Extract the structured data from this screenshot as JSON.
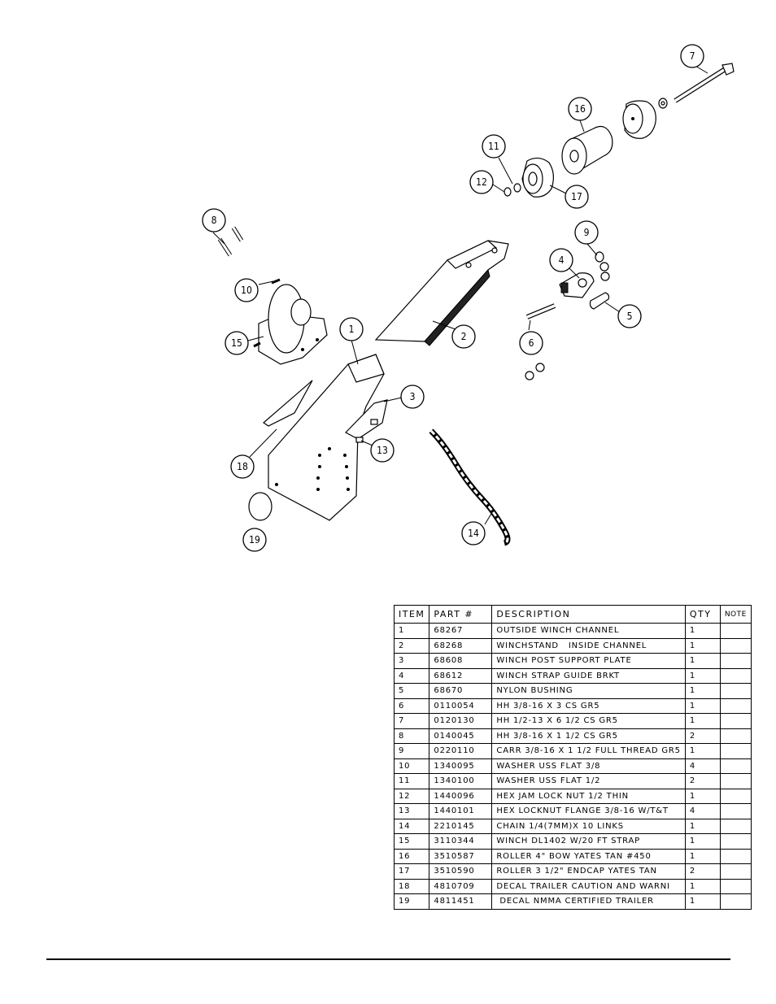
{
  "callouts": [
    "1",
    "2",
    "3",
    "4",
    "5",
    "6",
    "7",
    "8",
    "9",
    "10",
    "11",
    "12",
    "13",
    "14",
    "15",
    "16",
    "17",
    "18",
    "19"
  ],
  "table": {
    "headers": {
      "item": "ITEM",
      "part": "PART #",
      "description": "DESCRIPTION",
      "qty": "QTY",
      "note": "NOTE"
    },
    "rows": [
      {
        "item": "1",
        "part": "68267",
        "description": "OUTSIDE WINCH CHANNEL",
        "qty": "1",
        "note": ""
      },
      {
        "item": "2",
        "part": "68268",
        "description": "WINCHSTAND   INSIDE CHANNEL",
        "qty": "1",
        "note": ""
      },
      {
        "item": "3",
        "part": "68608",
        "description": "WINCH POST SUPPORT PLATE",
        "qty": "1",
        "note": ""
      },
      {
        "item": "4",
        "part": "68612",
        "description": "WINCH STRAP GUIDE BRKT",
        "qty": "1",
        "note": ""
      },
      {
        "item": "5",
        "part": "68670",
        "description": "NYLON BUSHING",
        "qty": "1",
        "note": ""
      },
      {
        "item": "6",
        "part": "0110054",
        "description": "HH 3/8-16 X 3 CS GR5",
        "qty": "1",
        "note": ""
      },
      {
        "item": "7",
        "part": "0120130",
        "description": "HH 1/2-13 X 6 1/2 CS GR5",
        "qty": "1",
        "note": ""
      },
      {
        "item": "8",
        "part": "0140045",
        "description": "HH 3/8-16 X 1 1/2 CS GR5",
        "qty": "2",
        "note": ""
      },
      {
        "item": "9",
        "part": "0220110",
        "description": "CARR 3/8-16 X 1 1/2 FULL THREAD GR5",
        "qty": "1",
        "note": ""
      },
      {
        "item": "10",
        "part": "1340095",
        "description": "WASHER USS FLAT 3/8",
        "qty": "4",
        "note": ""
      },
      {
        "item": "11",
        "part": "1340100",
        "description": "WASHER USS FLAT 1/2",
        "qty": "2",
        "note": ""
      },
      {
        "item": "12",
        "part": "1440096",
        "description": "HEX JAM LOCK NUT 1/2 THIN",
        "qty": "1",
        "note": ""
      },
      {
        "item": "13",
        "part": "1440101",
        "description": "HEX LOCKNUT FLANGE 3/8-16 W/T&T",
        "qty": "4",
        "note": ""
      },
      {
        "item": "14",
        "part": "2210145",
        "description": "CHAIN 1/4(7MM)X 10 LINKS",
        "qty": "1",
        "note": ""
      },
      {
        "item": "15",
        "part": "3110344",
        "description": "WINCH DL1402 W/20 FT STRAP",
        "qty": "1",
        "note": ""
      },
      {
        "item": "16",
        "part": "3510587",
        "description": "ROLLER 4\" BOW YATES TAN #450",
        "qty": "1",
        "note": ""
      },
      {
        "item": "17",
        "part": "3510590",
        "description": "ROLLER 3 1/2\" ENDCAP YATES TAN",
        "qty": "2",
        "note": ""
      },
      {
        "item": "18",
        "part": "4810709",
        "description": "DECAL TRAILER CAUTION AND WARNI",
        "qty": "1",
        "note": ""
      },
      {
        "item": "19",
        "part": "4811451",
        "description": " DECAL NMMA CERTIFIED TRAILER",
        "qty": "1",
        "note": ""
      }
    ]
  }
}
